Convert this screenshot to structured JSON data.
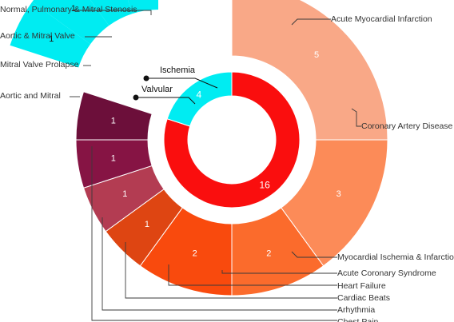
{
  "chart_data": {
    "type": "sunburst",
    "title": "",
    "inner": [
      {
        "name": "Ischemia",
        "value": 16,
        "color": "#fa0e0e"
      },
      {
        "name": "Valvular",
        "value": 4,
        "color": "#00ecf2"
      }
    ],
    "outer": [
      {
        "name": "Acute Myocardial Infarction",
        "parent": "Ischemia",
        "value": 5,
        "color": "#f9a887"
      },
      {
        "name": "Coronary Artery Disease",
        "parent": "Ischemia",
        "value": 3,
        "color": "#fc8b58"
      },
      {
        "name": "Myocardial Ischemia & Infarction",
        "parent": "Ischemia",
        "value": 2,
        "color": "#fb6b2c"
      },
      {
        "name": "Acute Coronary Syndrome",
        "parent": "Ischemia",
        "value": 2,
        "color": "#f94a0d"
      },
      {
        "name": "Heart Failure",
        "parent": "Ischemia",
        "value": 1,
        "color": "#de4512"
      },
      {
        "name": "Cardiac Beats",
        "parent": "Ischemia",
        "value": 1,
        "color": "#b33c52"
      },
      {
        "name": "Arhythmia",
        "parent": "Ischemia",
        "value": 1,
        "color": "#861444"
      },
      {
        "name": "Chest Pain",
        "parent": "Ischemia",
        "value": 1,
        "color": "#6c0f3a"
      },
      {
        "name": "Aortic and Mitral",
        "parent": "Valvular",
        "value": 1,
        "color": "#00ecf2"
      },
      {
        "name": "Mitral Valve Prolapse",
        "parent": "Valvular",
        "value": 1,
        "color": "#00ecf2"
      },
      {
        "name": "Aortic & Mitral Valve",
        "parent": "Valvular",
        "value": 1,
        "color": "#00ecf2"
      },
      {
        "name": "Normal, Pulmonary & Mitral Stenosis",
        "parent": "Valvular",
        "value": 1,
        "color": "#00ecf2"
      }
    ]
  }
}
